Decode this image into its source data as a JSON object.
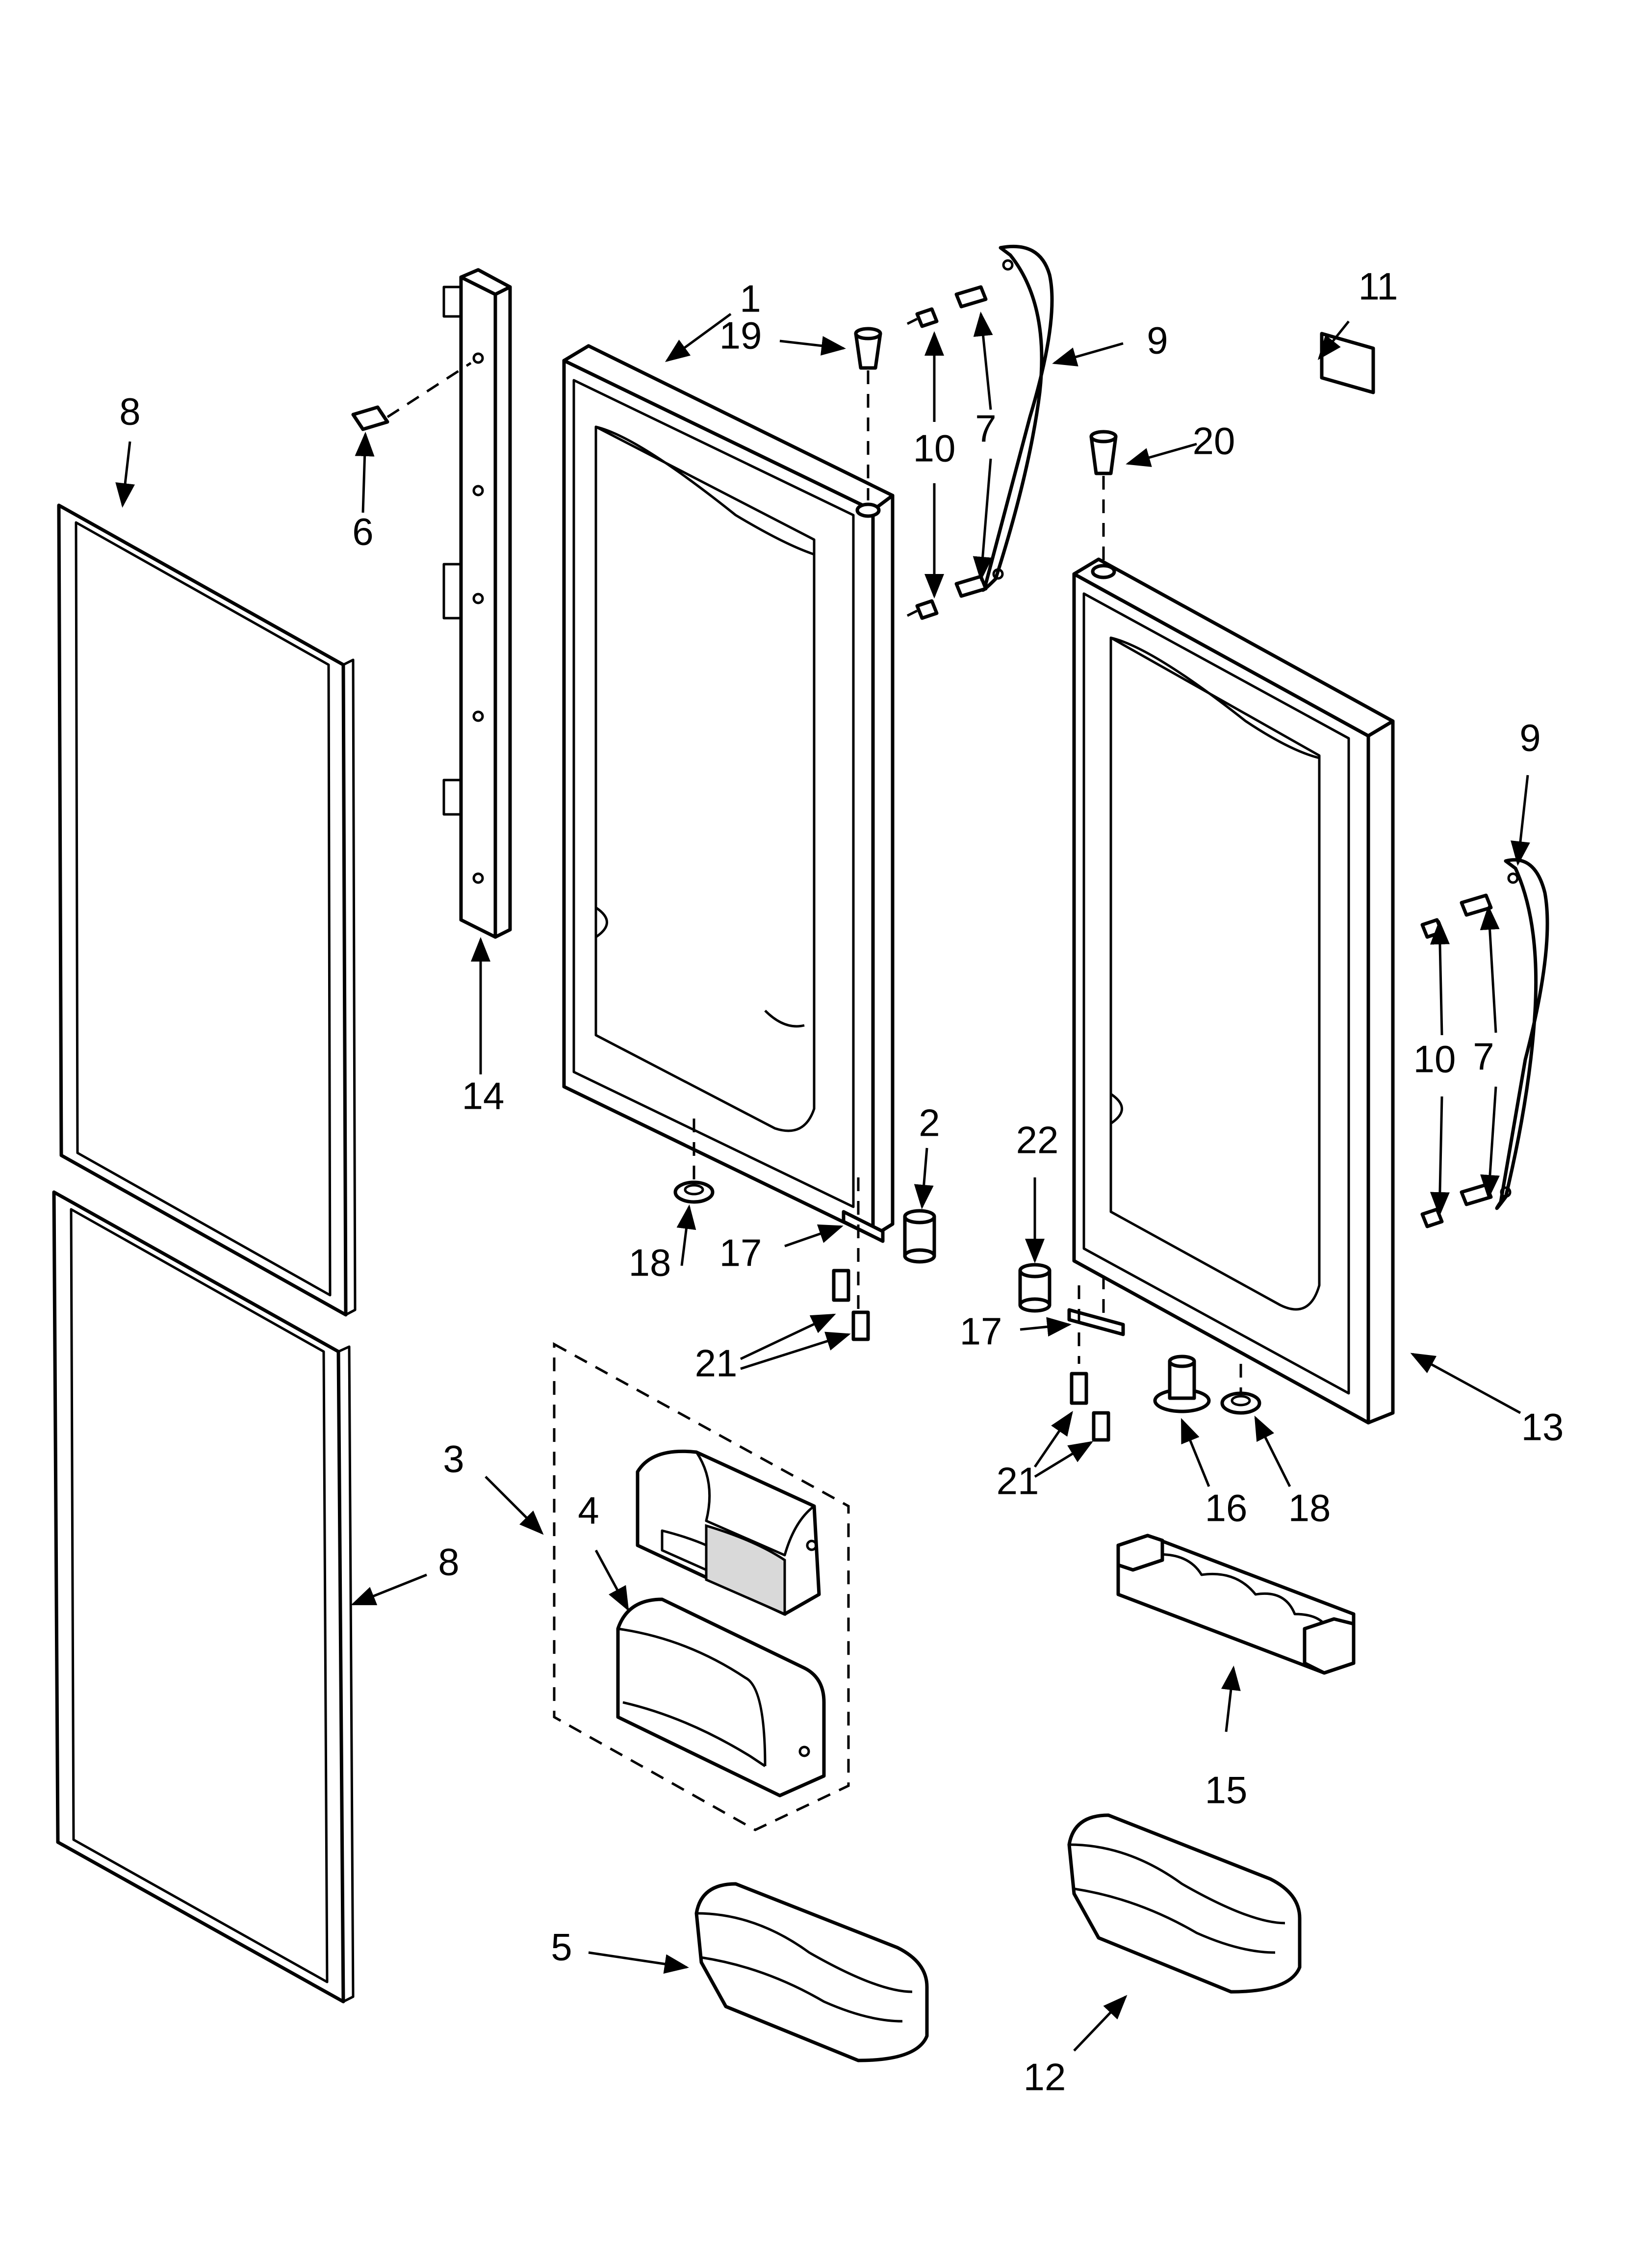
{
  "diagram": {
    "callouts": [
      {
        "id": "c1",
        "label": "1"
      },
      {
        "id": "c2",
        "label": "2"
      },
      {
        "id": "c3",
        "label": "3"
      },
      {
        "id": "c4",
        "label": "4"
      },
      {
        "id": "c5",
        "label": "5"
      },
      {
        "id": "c6",
        "label": "6"
      },
      {
        "id": "c7a",
        "label": "7"
      },
      {
        "id": "c7b",
        "label": "7"
      },
      {
        "id": "c8a",
        "label": "8"
      },
      {
        "id": "c8b",
        "label": "8"
      },
      {
        "id": "c9a",
        "label": "9"
      },
      {
        "id": "c9b",
        "label": "9"
      },
      {
        "id": "c10a",
        "label": "10"
      },
      {
        "id": "c10b",
        "label": "10"
      },
      {
        "id": "c11",
        "label": "11"
      },
      {
        "id": "c12",
        "label": "12"
      },
      {
        "id": "c13",
        "label": "13"
      },
      {
        "id": "c14",
        "label": "14"
      },
      {
        "id": "c15",
        "label": "15"
      },
      {
        "id": "c16",
        "label": "16"
      },
      {
        "id": "c17a",
        "label": "17"
      },
      {
        "id": "c17b",
        "label": "17"
      },
      {
        "id": "c18a",
        "label": "18"
      },
      {
        "id": "c18b",
        "label": "18"
      },
      {
        "id": "c19",
        "label": "19"
      },
      {
        "id": "c20",
        "label": "20"
      },
      {
        "id": "c21a",
        "label": "21"
      },
      {
        "id": "c21b",
        "label": "21"
      },
      {
        "id": "c22",
        "label": "22"
      }
    ]
  },
  "colors": {
    "line": "#000000",
    "background": "#ffffff"
  }
}
